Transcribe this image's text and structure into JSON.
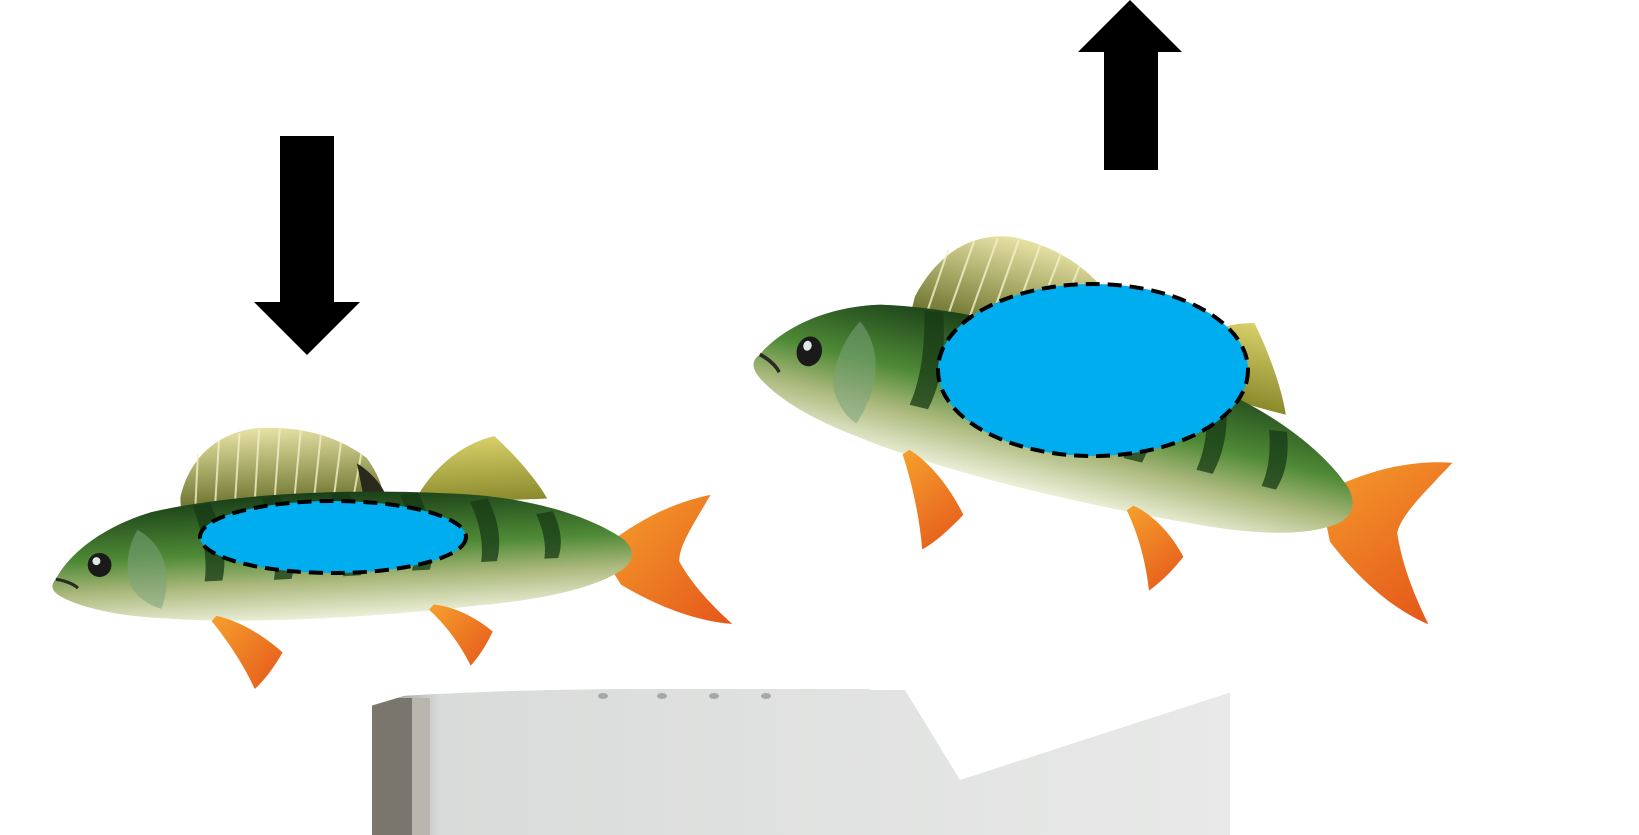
{
  "figure": {
    "panels": [
      {
        "id": "left",
        "arrow": "down",
        "bladder": "small"
      },
      {
        "id": "right",
        "arrow": "up",
        "bladder": "large"
      }
    ],
    "colors": {
      "bladder": "#00ADEF",
      "arrow": "#000000",
      "body_dark": "#1f4a1c",
      "body_mid": "#4f8a36",
      "belly": "#e6ead0",
      "fin_orange": "#ef7a1a",
      "fin_yellow": "#c9c23a"
    }
  }
}
